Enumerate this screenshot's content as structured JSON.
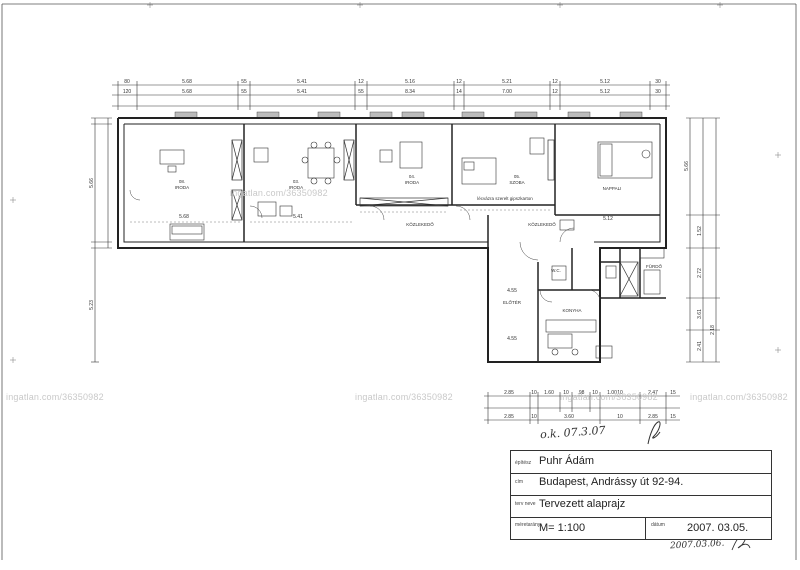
{
  "title_block": {
    "label_epitesz": "építész",
    "architect": "Puhr Ádám",
    "label_cim": "cím",
    "address": "Budapest, Andrássy út 92-94.",
    "label_terv_neve": "terv neve",
    "plan_name": "Tervezett alaprajz",
    "label_meretarany": "méretarány",
    "scale": "M= 1:100",
    "label_datum": "dátum",
    "date": "2007. 03.05."
  },
  "watermarks": [
    "ingatlan.com/36350982",
    "ingatlan.com/36350982",
    "ingatlan.com/36350982",
    "ingatlan.com/36350982",
    "ingatlan.com/36350982"
  ],
  "handwritten": {
    "note": "o.k. 07.3.07",
    "bottom_note": "2007.03.06."
  },
  "rooms": {
    "r1_num": "08.",
    "r1_name": "IRODA",
    "r2_num": "03.",
    "r2_name": "IRODA",
    "r3_num": "04.",
    "r3_name": "IRODA",
    "r4_num": "05.",
    "r4_name": "SZOBA",
    "r5_name": "NAPPALI",
    "r6_name": "KÖZLEKEDŐ",
    "r7_name": "KÖZLEKEDŐ",
    "r8_name": "ELŐTÉR",
    "r9_name": "KONYHA",
    "r10_name": "W.C.",
    "r11_name": "FÜRDŐ"
  },
  "notes": {
    "wall_note": "lécvázra szerelt gipszkarton"
  },
  "dims": {
    "top_row1": [
      "80",
      "5.68",
      "55",
      "5.41",
      "12",
      "5.16",
      "12",
      "5.21",
      "12",
      "5.12",
      "30"
    ],
    "top_row2": [
      "120",
      "5.68",
      "55",
      "5.41",
      "55",
      "8.34",
      "14",
      "7.00",
      "12",
      "5.12",
      "30"
    ],
    "bottom_row1": [
      "2.85",
      "10",
      "1.60",
      "10",
      ".98",
      "10",
      "1.00",
      "10",
      "2.47",
      "15"
    ],
    "bottom_row2": [
      "2.85",
      "10",
      "3.60",
      "10",
      "2.85",
      "15"
    ],
    "right_col": [
      "5.66",
      "1.52",
      "2.72",
      "3.61",
      "2.41",
      "2.18"
    ],
    "left_col": [
      "5.66",
      "5.23"
    ],
    "inner": [
      "5.68",
      "5.41",
      "5.12",
      "4.55",
      "4.55"
    ]
  }
}
